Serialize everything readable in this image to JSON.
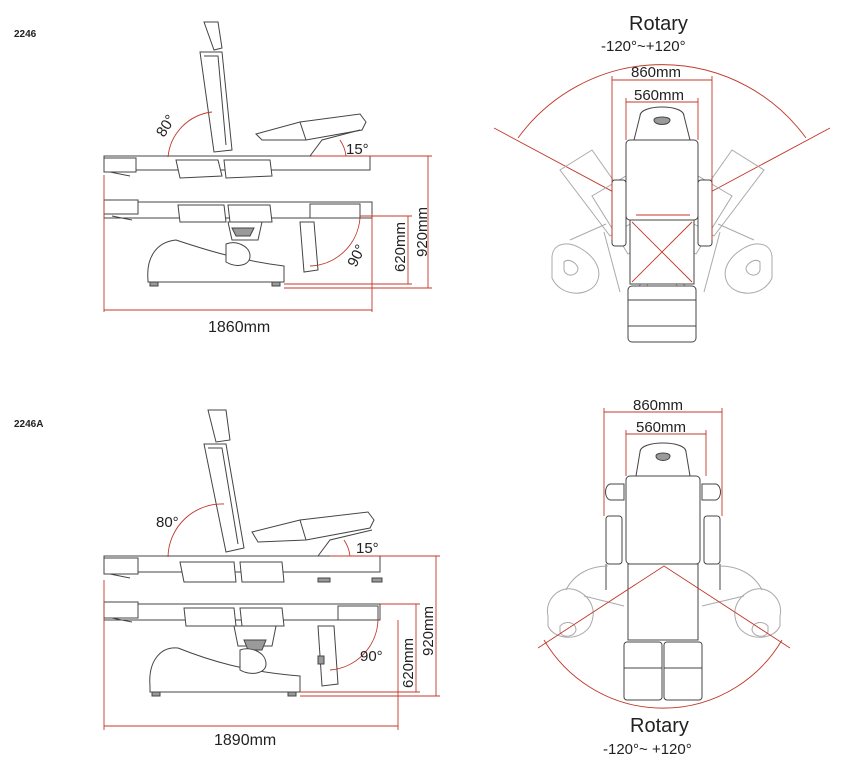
{
  "colors": {
    "dimension": "#c0392b",
    "outline": "#444444",
    "text": "#222222"
  },
  "models": [
    {
      "id": "2246",
      "side": {
        "length": "1860mm",
        "height_max": "920mm",
        "height_min": "620mm",
        "angle_back": "80°",
        "angle_leg": "15°",
        "angle_foot": "90°"
      },
      "top": {
        "rotary_title": "Rotary",
        "rotary_range": "-120°~+120°",
        "width_outer": "860mm",
        "width_inner": "560mm"
      }
    },
    {
      "id": "2246A",
      "side": {
        "length": "1890mm",
        "height_max": "920mm",
        "height_min": "620mm",
        "angle_back": "80°",
        "angle_leg": "15°",
        "angle_foot": "90°"
      },
      "top": {
        "rotary_title": "Rotary",
        "rotary_range": "-120°~ +120°",
        "width_outer": "860mm",
        "width_inner": "560mm"
      }
    }
  ]
}
